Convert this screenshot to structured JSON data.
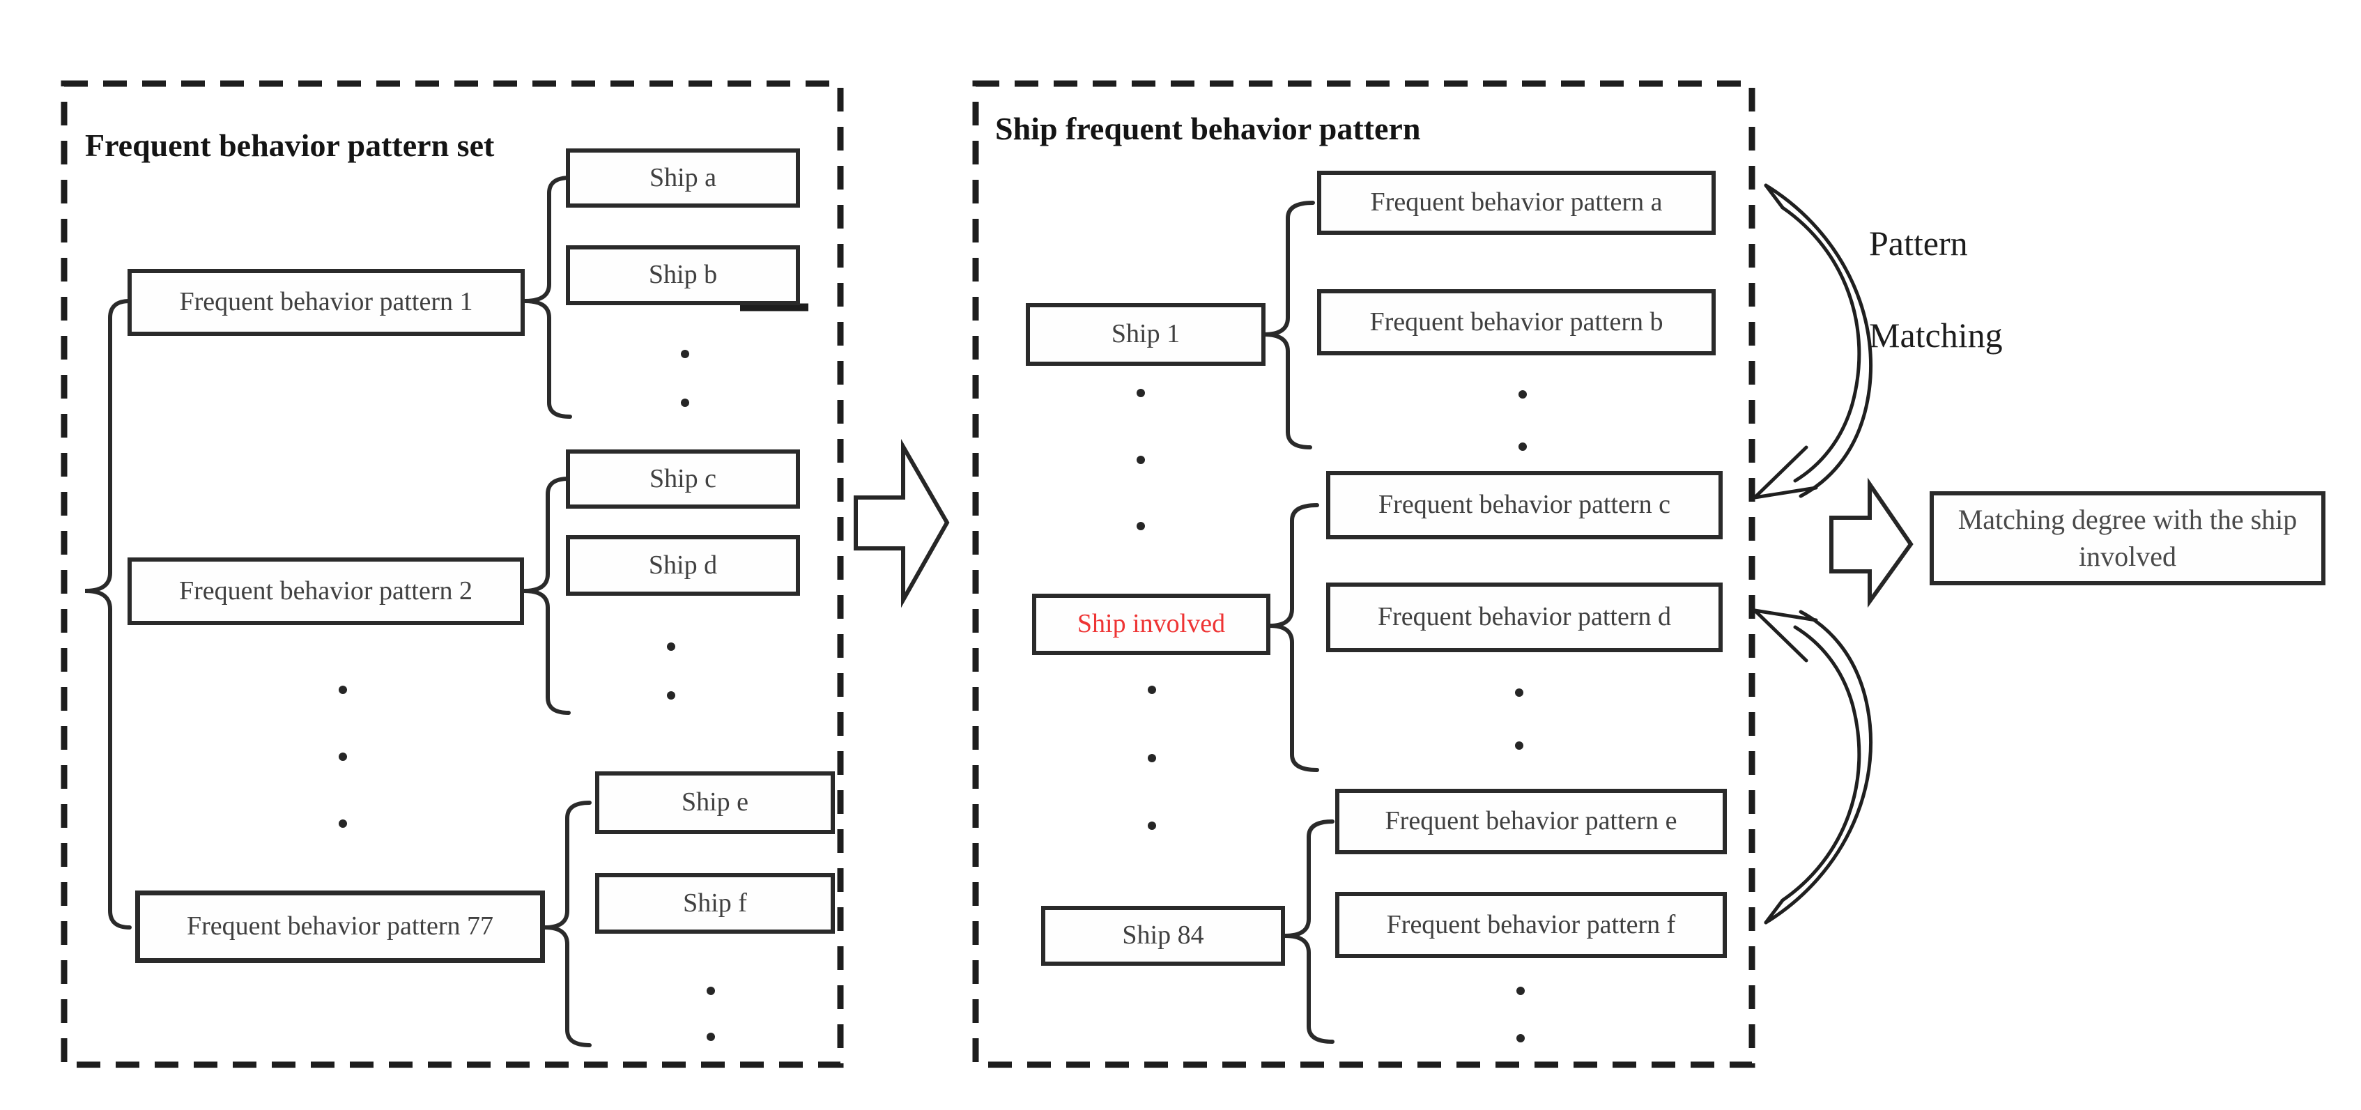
{
  "left_panel": {
    "title": "Frequent behavior pattern set",
    "groups": [
      {
        "pattern": "Frequent behavior pattern 1",
        "ships": [
          "Ship a",
          "Ship b"
        ]
      },
      {
        "pattern": "Frequent behavior pattern 2",
        "ships": [
          "Ship c",
          "Ship d"
        ]
      },
      {
        "pattern": "Frequent behavior pattern 77",
        "ships": [
          "Ship e",
          "Ship f"
        ]
      }
    ]
  },
  "middle_panel": {
    "title": "Ship frequent behavior pattern",
    "groups": [
      {
        "ship": "Ship 1",
        "highlighted": false,
        "patterns": [
          "Frequent behavior pattern a",
          "Frequent behavior pattern b"
        ]
      },
      {
        "ship": "Ship involved",
        "highlighted": true,
        "patterns": [
          "Frequent behavior pattern c",
          "Frequent behavior pattern d"
        ]
      },
      {
        "ship": "Ship 84",
        "highlighted": false,
        "patterns": [
          "Frequent behavior pattern e",
          "Frequent behavior pattern f"
        ]
      }
    ]
  },
  "annotations": {
    "line1": "Pattern",
    "line2": "Matching"
  },
  "output_box": {
    "text": "Matching degree with the ship involved"
  },
  "colors": {
    "ink": "#2a2a2a",
    "highlight": "#ee3434",
    "background": "#ffffff"
  }
}
